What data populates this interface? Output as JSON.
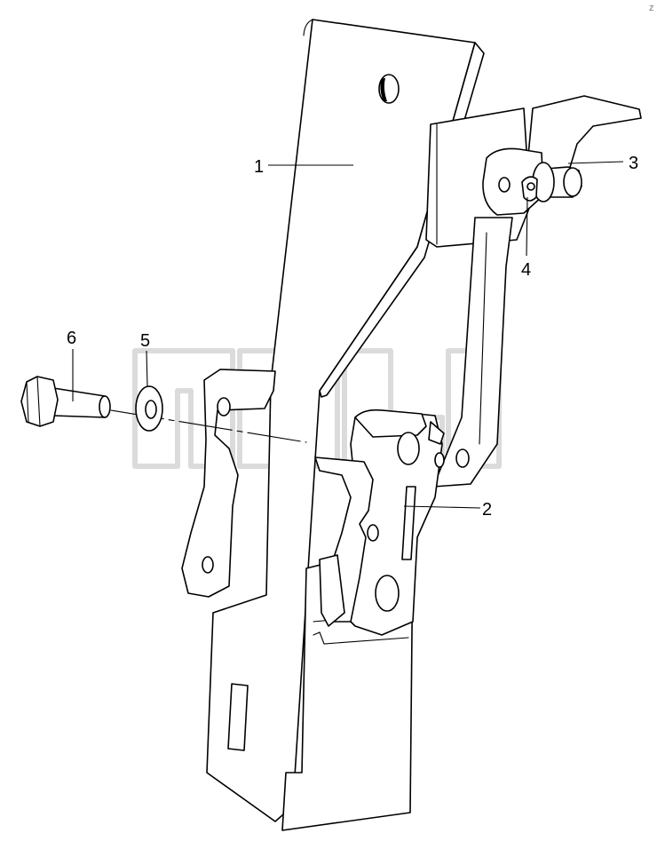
{
  "diagram": {
    "callouts": [
      {
        "id": "c1",
        "label": "1"
      },
      {
        "id": "c2",
        "label": "2"
      },
      {
        "id": "c3",
        "label": "3"
      },
      {
        "id": "c4",
        "label": "4"
      },
      {
        "id": "c5",
        "label": "5"
      },
      {
        "id": "c6",
        "label": "6"
      }
    ],
    "corner_mark": "z",
    "watermark": {
      "trademark": "TM"
    }
  }
}
